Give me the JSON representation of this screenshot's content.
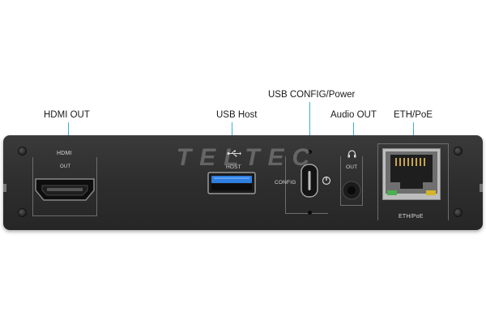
{
  "callouts": {
    "hdmi_out": "HDMI OUT",
    "usb_host": "USB Host",
    "usb_config_power": "USB CONFIG/Power",
    "audio_out": "Audio OUT",
    "eth_poe": "ETH/PoE"
  },
  "panel_print": {
    "hdmi": "HDMI",
    "hdmi_out": "OUT",
    "host": "HOST",
    "config": "CONFIG",
    "audio_out": "OUT",
    "eth_poe": "ETH/PoE"
  },
  "watermark": "TELTEC",
  "colors": {
    "leader": "#3ab0d6",
    "usb_blue": "#2f7fe0",
    "chassis": "#2e2e2e",
    "port_led_green": "#4caf50",
    "port_led_yellow": "#d4b42a"
  },
  "icons": [
    "usb-icon",
    "power-icon",
    "headphone-icon"
  ]
}
